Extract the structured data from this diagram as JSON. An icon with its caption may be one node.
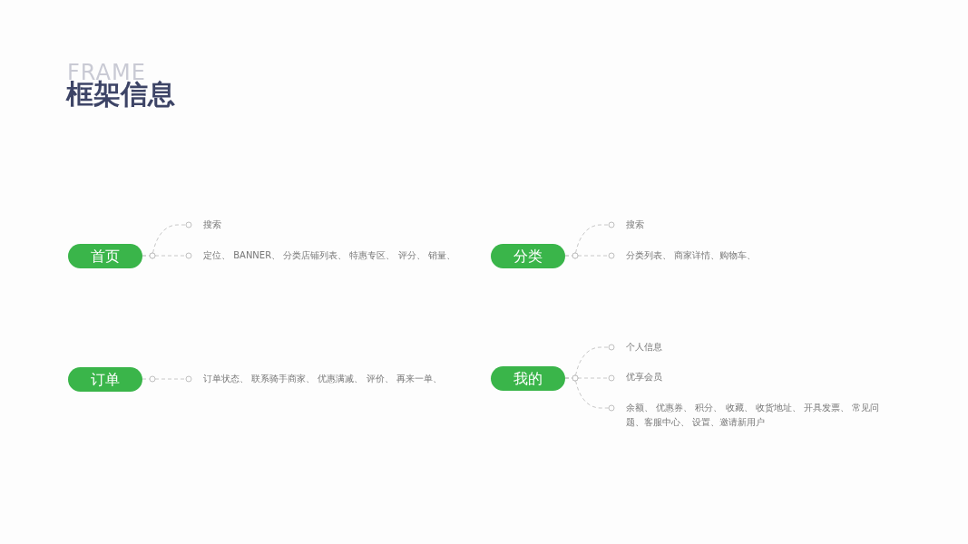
{
  "diagram": {
    "title": "框架信息",
    "nodes": [
      {
        "text": [
          "首页"
        ]
      },
      {
        "text": [
          "搜索"
        ]
      },
      {
        "text": [
          "定位、 BANNER、 分类店铺列表、 特惠专区、 评分、 销量、"
        ]
      },
      {
        "text": [
          "分类"
        ]
      },
      {
        "text": [
          "搜索"
        ]
      },
      {
        "text": [
          "分类列表、 商家详情、购物车、"
        ]
      },
      {
        "text": [
          "订单"
        ]
      },
      {
        "text": [
          "订单状态、 联系骑手商家、 优惠满减、 评价、 再来一单、"
        ]
      },
      {
        "text": [
          "我的"
        ]
      },
      {
        "text": [
          "个人信息"
        ]
      },
      {
        "text": [
          "优享会员"
        ]
      },
      {
        "text": [
          "余额、 优惠券、 积分、 收藏、 收货地址、 开具发票、 常见问题、客服中心、 设置、邀请新用户"
        ]
      }
    ],
    "edges": [
      {
        "from": 0,
        "to": 1,
        "arrow": "other",
        "style": "dashed"
      },
      {
        "from": 0,
        "to": 2,
        "arrow": "other",
        "style": "dashed"
      },
      {
        "from": 3,
        "to": 4,
        "arrow": "other",
        "style": "dashed"
      },
      {
        "from": 3,
        "to": 5,
        "arrow": "other",
        "style": "dashed"
      },
      {
        "from": 6,
        "to": 7,
        "arrow": "other",
        "style": "dashed"
      },
      {
        "from": 8,
        "to": 9,
        "arrow": "other",
        "style": "dashed"
      },
      {
        "from": 8,
        "to": 10,
        "arrow": "other",
        "style": "dashed"
      },
      {
        "from": 8,
        "to": 11,
        "arrow": "other",
        "style": "dashed"
      }
    ],
    "labels": [
      "FRAME"
    ]
  }
}
